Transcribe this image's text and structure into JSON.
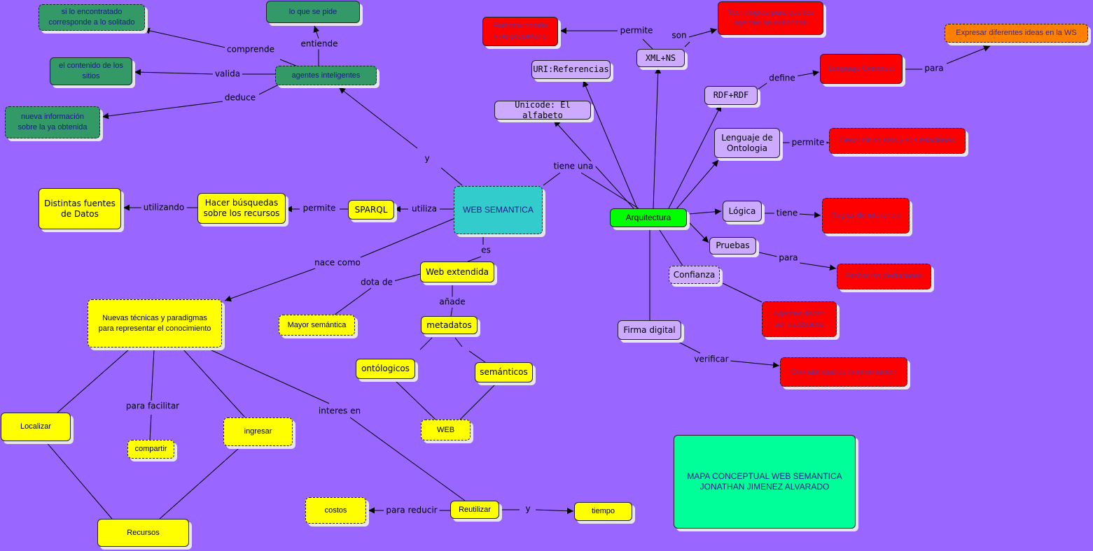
{
  "nodes": {
    "web_semantica": "WEB SEMANTICA",
    "agentes": "agentes inteligentes",
    "lo_que_se_pide": "lo que se pide",
    "si_lo_encontratado": "si lo encontratado\ncorresponde a lo solitado",
    "contenido_sitios": "el contenido de los\nsitios",
    "nueva_info": "nueva información\nsobre la ya obtenida",
    "sparql": "SPARQL",
    "hacer_busquedas": "Hacer búsquedas\nsobre los recursos",
    "distintas_fuentes": "Distintas fuentes\nde Datos",
    "web_extendida": "Web extendida",
    "mayor_semantica": "Mayor semántica",
    "metadatos": "metadatos",
    "ontologicos": "ontólogicos",
    "semanticos": "semánticos",
    "web": "WEB",
    "nuevas_tecnicas": "Nuevas técnicas y paradigmas\npara representar el conocimiento",
    "localizar": "Localizar",
    "compartir": "compartir",
    "ingresar": "ingresar",
    "recursos": "Recursos",
    "reutilizar": "Reutilizar",
    "costos": "costos",
    "tiempo": "tiempo",
    "arquitectura": "Arquitectura",
    "unicode": "Unicode: El alfabeto",
    "uri": "URI:Referencias",
    "xml_ns": "XML+NS",
    "formato_comun": "Formato común\ny no propietario",
    "tecnologias": "Tecnologías para que los\nagentes se entiendan",
    "rdf": "RDF+RDF",
    "lenguaje_universal": "Lenguaje Universal",
    "expresar": "Expresar diferentes ideas en la WS",
    "lenguaje_ontologia": "Lenguaje de\nOntologia",
    "describir": "Describir objetos y sus relaciones",
    "logica": "Lógica",
    "reglas": "Reglas de inferencia",
    "pruebas": "Pruebas",
    "probar": "Probar las deduciones",
    "confianza": "Confianza",
    "agentes_esceptico": "Agentes deben\nser escépticos",
    "firma_digital": "Firma digital",
    "confiabilidad": "Confiabilidad de la información",
    "mapa_titulo": "MAPA CONCEPTUAL WEB SEMANTICA\nJONATHAN JIMENEZ ALVARADO"
  },
  "links": {
    "y": "y",
    "entiende": "entiende",
    "comprende": "comprende",
    "valida": "valida",
    "deduce": "deduce",
    "utiliza": "utiliza",
    "permite_sparql": "permite",
    "utilizando": "utilizando",
    "es": "es",
    "dota_de": "dota de",
    "anade": "añade",
    "nace_como": "nace como",
    "para_facilitar": "para facilitar",
    "interes_en": "interes en",
    "para_reducir": "para reducir",
    "y_tiempo": "y",
    "tiene_una": "tiene una",
    "permite_xml": "permite",
    "son": "son",
    "define": "define",
    "para": "para",
    "permite_ont": "permite",
    "tiene": "tiene",
    "para_pruebas": "para",
    "verificar": "verificar"
  },
  "colors": {
    "background": "#9966ff",
    "concept_yellow": "#ffff00",
    "concept_green": "#339966",
    "concept_red": "#ff0000",
    "concept_lavender": "#ccaaff",
    "concept_cyan": "#33cccc",
    "concept_lime": "#00ff00",
    "concept_orange": "#ff8000",
    "concept_mint": "#00ff99"
  }
}
